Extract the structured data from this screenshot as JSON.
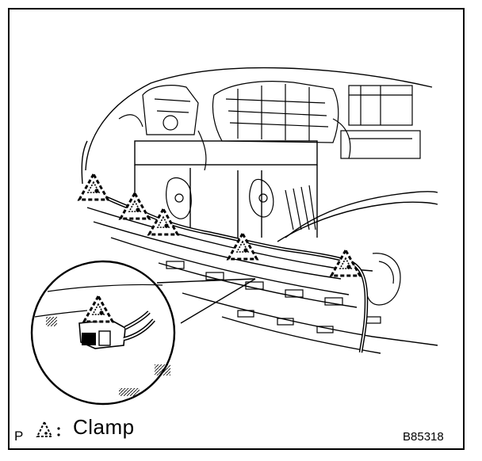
{
  "figure": {
    "id_code": "B85318",
    "corner_letter": "P"
  },
  "legend": {
    "symbol_name": "clamp-triangle-icon",
    "separator": ":",
    "label": "Clamp"
  },
  "callouts": {
    "count": 6,
    "style": "dashed-triangle"
  },
  "colors": {
    "ink": "#000000",
    "paper": "#ffffff"
  }
}
